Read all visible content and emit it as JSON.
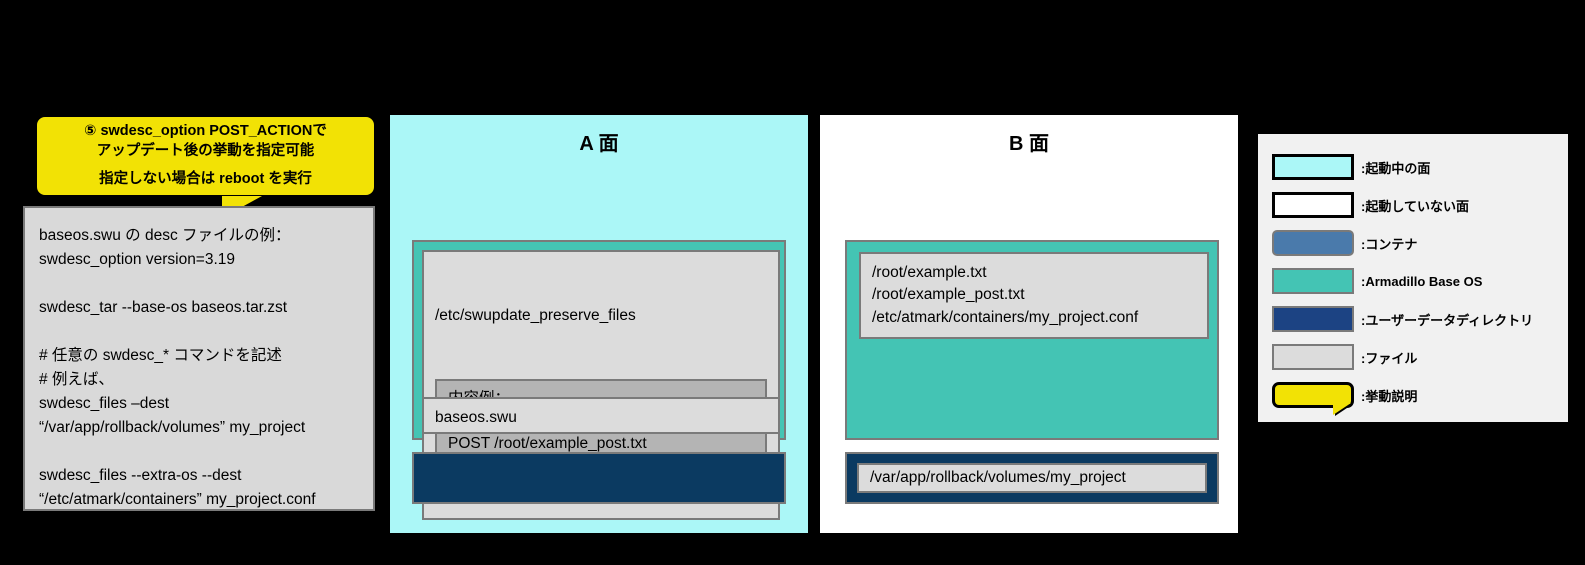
{
  "callout": {
    "line1": "⑤ swdesc_option POST_ACTIONで",
    "line2": "アップデート後の挙動を指定可能",
    "line3": "指定しない場合は reboot を実行"
  },
  "desc_box": {
    "text": "baseos.swu の desc ファイルの例：\nswdesc_option version=3.19\n\nswdesc_tar --base-os baseos.tar.zst\n\n# 任意の swdesc_* コマンドを記述\n# 例えば、\nswdesc_files –dest\n“/var/app/rollback/volumes” my_project\n\nswdesc_files --extra-os --dest\n“/etc/atmark/containers” my_project.conf"
  },
  "panel_a": {
    "title": "A 面",
    "file_preserve_name": "/etc/swupdate_preserve_files",
    "file_preserve_content": "内容例：\n/root/example.txt\nPOST /root/example_post.txt",
    "file_swu": "baseos.swu"
  },
  "panel_b": {
    "title": "B 面",
    "file_list": "/root/example.txt\n/root/example_post.txt\n/etc/atmark/containers/my_project.conf",
    "userdata_path": "/var/app/rollback/volumes/my_project"
  },
  "legend": {
    "items": [
      {
        "label": ":起動中の面",
        "swatch": "active-side-swatch",
        "color": "#ABF7F7"
      },
      {
        "label": ":起動していない面",
        "swatch": "inactive-side-swatch",
        "color": "#FFFFFF"
      },
      {
        "label": ":コンテナ",
        "swatch": "container-swatch",
        "color": "#4A7AAB"
      },
      {
        "label": ":Armadillo Base  OS",
        "swatch": "baseos-swatch",
        "color": "#44C4B4"
      },
      {
        "label": ":ユーザーデータディレクトリ",
        "swatch": "userdata-swatch",
        "color": "#1C4383"
      },
      {
        "label": ":ファイル",
        "swatch": "file-swatch",
        "color": "#DCDCDC"
      },
      {
        "label": ":挙動説明",
        "swatch": "callout-swatch",
        "color": "#F2E205"
      }
    ]
  }
}
